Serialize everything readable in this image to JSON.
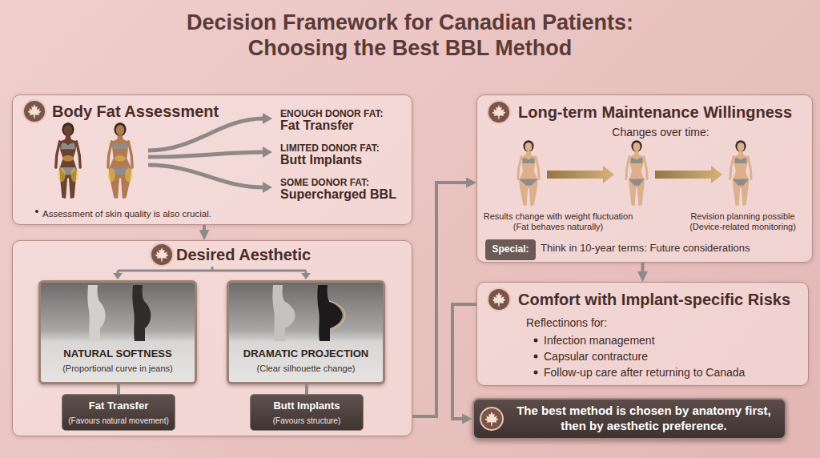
{
  "diagram": {
    "title": "Decision Framework for Canadian Patients: Choosing the Best BBL Method",
    "nodes": [
      {
        "text": [
          "Body Fat Assessment",
          "ENOUGH DONOR FAT:",
          "Fat Transfer",
          "LIMITED DONOR FAT:",
          "Butt Implants",
          "SOME DONOR FAT:",
          "Supercharged BBL",
          "Assessment of skin quality is also crucial."
        ]
      },
      {
        "text": [
          "Desired Aesthetic"
        ]
      },
      {
        "text": [
          "NATURAL SOFTNESS",
          "(Proportional curve in jeans)"
        ],
        "in": 1
      },
      {
        "text": [
          "DRAMATIC PROJECTION",
          "(Clear silhouette change)"
        ],
        "in": 1
      },
      {
        "text": [
          "Fat Transfer",
          "(Favours natural movement)"
        ],
        "in": 1
      },
      {
        "text": [
          "Butt Implants",
          "(Favours structure)"
        ],
        "in": 1
      },
      {
        "text": [
          "Long-term Maintenance Willingness",
          "Changes over time:",
          "Results change with weight fluctuation (Fat behaves naturally)",
          "Revision planning possible (Device-related monitoring)",
          "Think in 10-year terms: Future considerations"
        ]
      },
      {
        "text": [
          "Special:"
        ],
        "in": 6
      },
      {
        "text": [
          "Comfort with Implant-specific Risks",
          "Reflectinons for:",
          "Infection management",
          "Capsular contracture",
          "Follow-up care after returning to Canada"
        ]
      },
      {
        "text": [
          "The best method is chosen by anatomy first, then by aesthetic preference."
        ]
      }
    ],
    "edges": [
      {
        "from": 0,
        "to": 1,
        "arrow": "to"
      },
      {
        "from": 2,
        "to": 4,
        "arrow": "none"
      },
      {
        "from": 3,
        "to": 5,
        "arrow": "none"
      },
      {
        "from": 1,
        "to": 6,
        "arrow": "to"
      },
      {
        "from": 6,
        "to": 8,
        "arrow": "to"
      },
      {
        "from": 8,
        "to": 9,
        "arrow": "to"
      }
    ]
  }
}
